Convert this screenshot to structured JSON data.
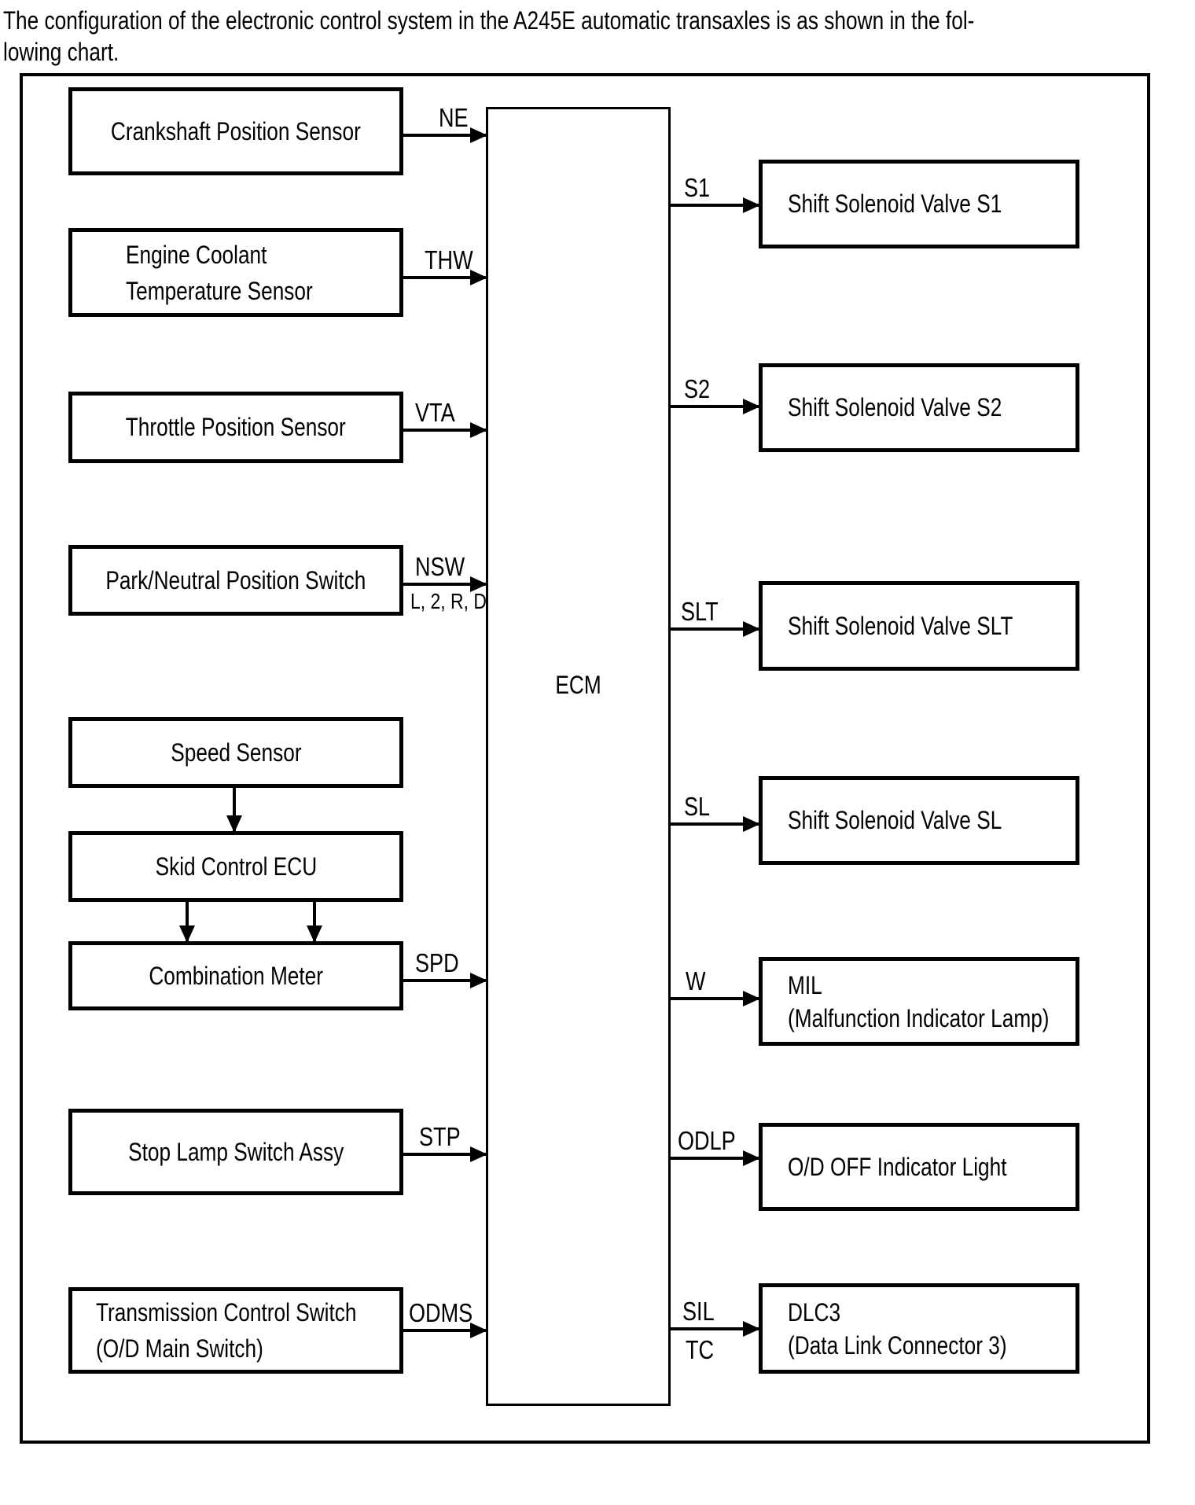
{
  "header": {
    "line1": "The configuration of the electronic control system in the A245E automatic transaxles is as shown in the fol-",
    "line2": "lowing chart."
  },
  "diagram": {
    "ecm_label": "ECM",
    "inputs": [
      {
        "label": "Crankshaft Position Sensor",
        "signal": "NE"
      },
      {
        "line1": "Engine Coolant",
        "line2": "Temperature Sensor",
        "signal": "THW"
      },
      {
        "label": "Throttle Position Sensor",
        "signal": "VTA"
      },
      {
        "label": "Park/Neutral Position Switch",
        "signal": "NSW",
        "signal_sub": "L, 2, R, D"
      },
      {
        "label": "Speed Sensor"
      },
      {
        "label": "Skid Control ECU"
      },
      {
        "label": "Combination Meter",
        "signal": "SPD"
      },
      {
        "label": "Stop Lamp Switch Assy",
        "signal": "STP"
      },
      {
        "line1": "Transmission Control Switch",
        "line2": "(O/D Main Switch)",
        "signal": "ODMS"
      }
    ],
    "outputs": [
      {
        "label": "Shift Solenoid Valve S1",
        "signal": "S1"
      },
      {
        "label": "Shift Solenoid Valve S2",
        "signal": "S2"
      },
      {
        "label": "Shift Solenoid Valve SLT",
        "signal": "SLT"
      },
      {
        "label": "Shift Solenoid Valve SL",
        "signal": "SL"
      },
      {
        "line1": "MIL",
        "line2": "(Malfunction Indicator Lamp)",
        "signal": "W"
      },
      {
        "label": "O/D OFF Indicator Light",
        "signal": "ODLP"
      },
      {
        "line1": "DLC3",
        "line2": "(Data Link Connector 3)",
        "signal": "SIL",
        "signal_sub": "TC"
      }
    ]
  }
}
